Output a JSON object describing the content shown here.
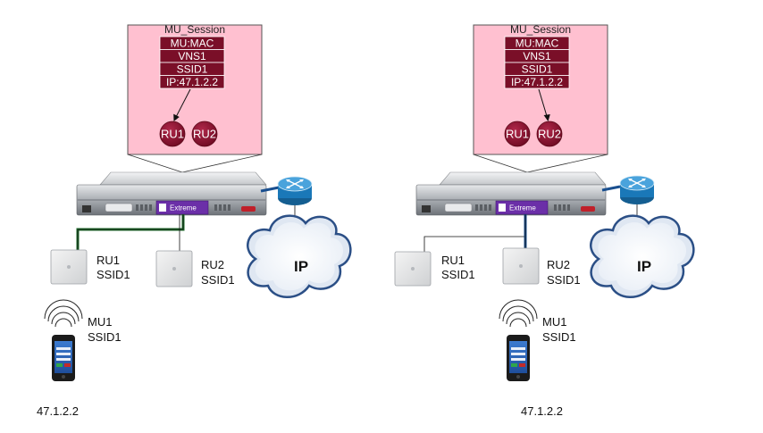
{
  "colors": {
    "session_bg": "#ffc0d0",
    "cell_bg": "#7a0f28",
    "ru_circle": "#8a1030",
    "cable_green": "#1d6b2a",
    "cable_blue": "#1a4f8f",
    "router": "#1a78b8",
    "brand_purple": "#6b2fa8"
  },
  "scenarios": [
    {
      "session": {
        "title": "MU_Session",
        "rows": [
          "MU:MAC",
          "VNS1",
          "SSID1",
          "IP:47.1.2.2"
        ],
        "ru_buttons": [
          "RU1",
          "RU2"
        ],
        "arrow_target": "RU1"
      },
      "controller": {
        "brand": "Extreme"
      },
      "cloud_label": "IP",
      "ru1": {
        "name": "RU1",
        "ssid": "SSID1"
      },
      "ru2": {
        "name": "RU2",
        "ssid": "SSID1"
      },
      "mu": {
        "name": "MU1",
        "ssid": "SSID1",
        "ip": "47.1.2.2"
      }
    },
    {
      "session": {
        "title": "MU_Session",
        "rows": [
          "MU:MAC",
          "VNS1",
          "SSID1",
          "IP:47.1.2.2"
        ],
        "ru_buttons": [
          "RU1",
          "RU2"
        ],
        "arrow_target": "RU2"
      },
      "controller": {
        "brand": "Extreme"
      },
      "cloud_label": "IP",
      "ru1": {
        "name": "RU1",
        "ssid": "SSID1"
      },
      "ru2": {
        "name": "RU2",
        "ssid": "SSID1"
      },
      "mu": {
        "name": "MU1",
        "ssid": "SSID1",
        "ip": "47.1.2.2"
      }
    }
  ]
}
